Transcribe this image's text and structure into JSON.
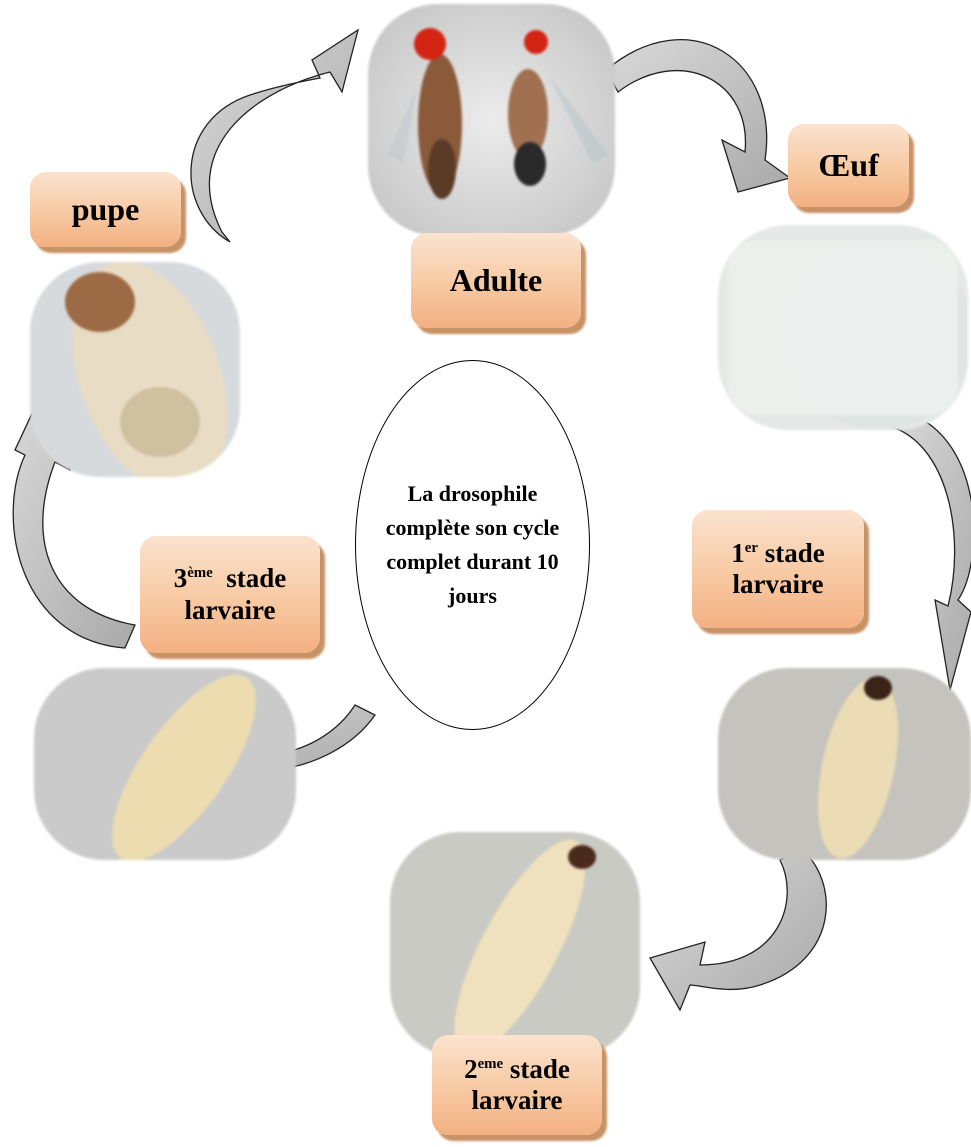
{
  "center_text": "La drosophile complète son cycle complet durant 10 jours",
  "stages": {
    "oeuf": {
      "text": "Œuf"
    },
    "adulte": {
      "text": "Adulte"
    },
    "pupe": {
      "text": "pupe"
    },
    "stade1": {
      "num": "1",
      "sup": "er",
      "word": "stade",
      "line2": "larvaire"
    },
    "stade2": {
      "num": "2",
      "sup": "eme",
      "word": "stade",
      "line2": "larvaire"
    },
    "stade3": {
      "num": "3",
      "sup": "ème",
      "word": "stade",
      "line2": "larvaire"
    }
  },
  "colors": {
    "label_fill": "#f7c9a2",
    "label_shadow": "#c79265",
    "arrow_fill": "#c8c8c8",
    "arrow_outline": "#222222"
  },
  "icons": {
    "adult_photo": "drosophila-adult-pair-photo",
    "egg_photo": "drosophila-egg-photo",
    "larva1_photo": "first-instar-larva-photo",
    "larva2_photo": "second-instar-larva-photo",
    "larva3_photo": "third-instar-larva-photo",
    "pupa_photo": "pupa-photo"
  }
}
